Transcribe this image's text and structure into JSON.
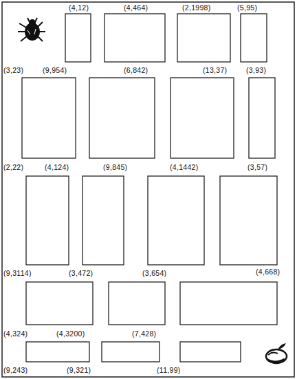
{
  "diagram": {
    "labels": [
      "(4,12)",
      "(4,464)",
      "(2,1998)",
      "(5,95)",
      "(3,23)",
      "(9,954)",
      "(6,842)",
      "(13,37)",
      "(3,93)",
      "(2,22)",
      "(4,124)",
      "(9,845)",
      "(4,1442)",
      "(3,57)",
      "(9,3114)",
      "(3,472)",
      "(3,654)",
      "(4,668)",
      "(4,324)",
      "(4,3200)",
      "(7,428)",
      "(9,243)",
      "(9,321)",
      "(11,99)"
    ]
  }
}
